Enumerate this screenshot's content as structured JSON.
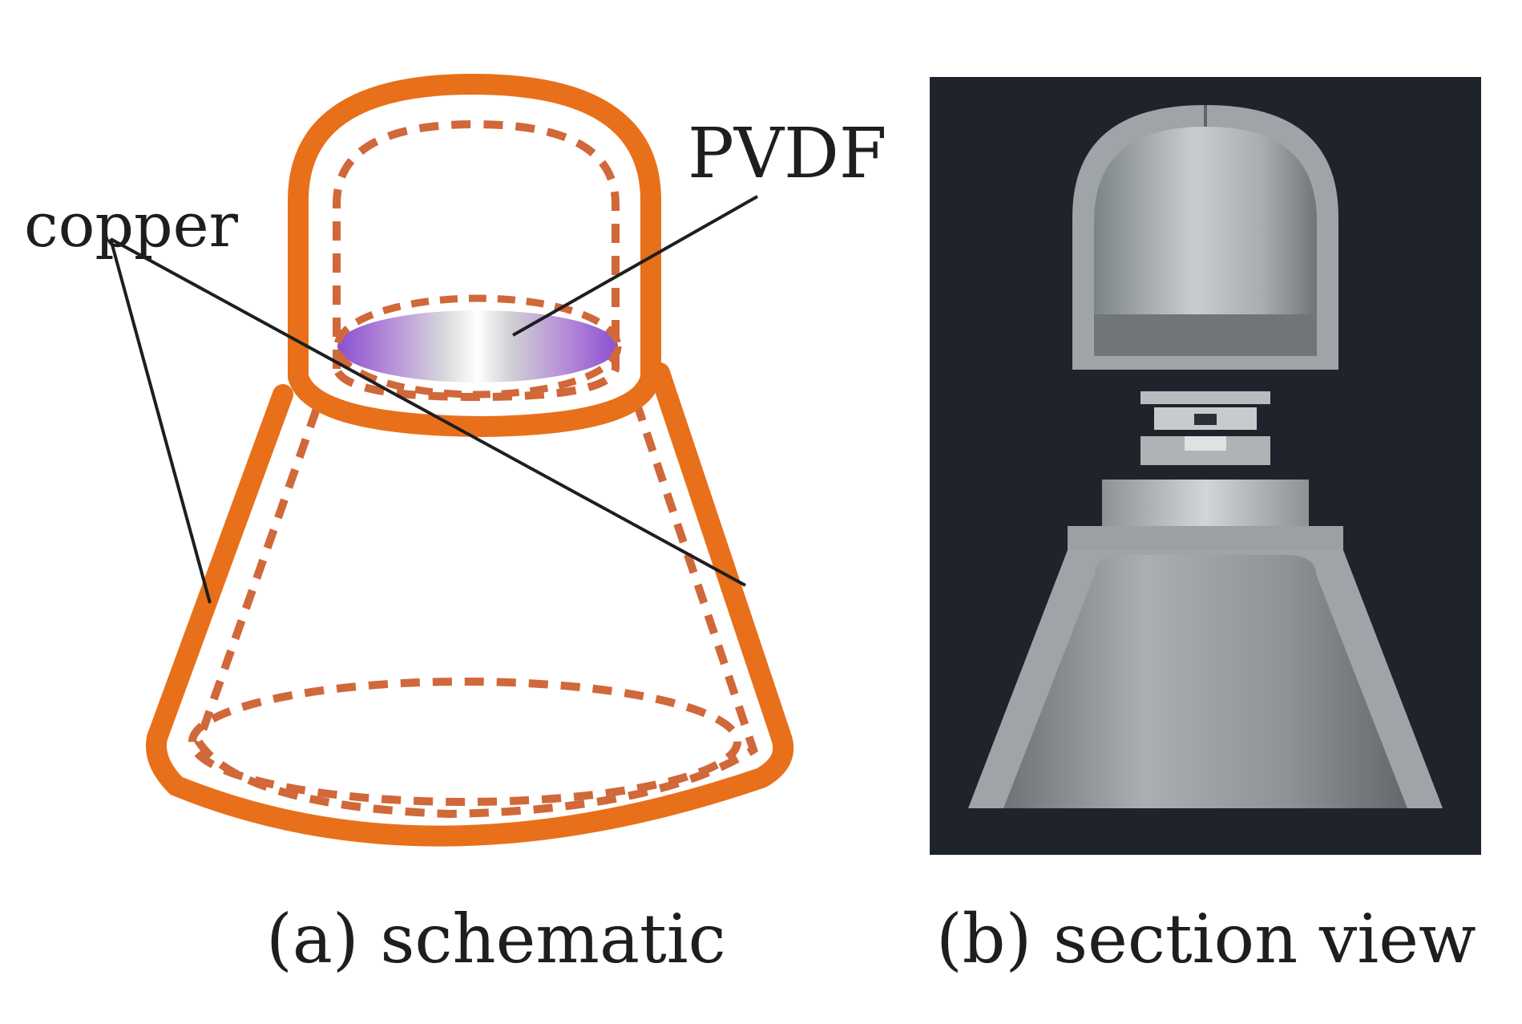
{
  "labels": {
    "copper": "copper",
    "pvdf": "PVDF"
  },
  "captions": {
    "a": "(a) schematic",
    "b": "(b) section view"
  },
  "colors": {
    "copper": "#e8701a",
    "copper_dashed": "#d0683a",
    "pvdf_purple": "#a070d8",
    "section_background": "#1f232c",
    "section_metal": "#9ea4a7",
    "leader_line": "#1e1e1e"
  }
}
